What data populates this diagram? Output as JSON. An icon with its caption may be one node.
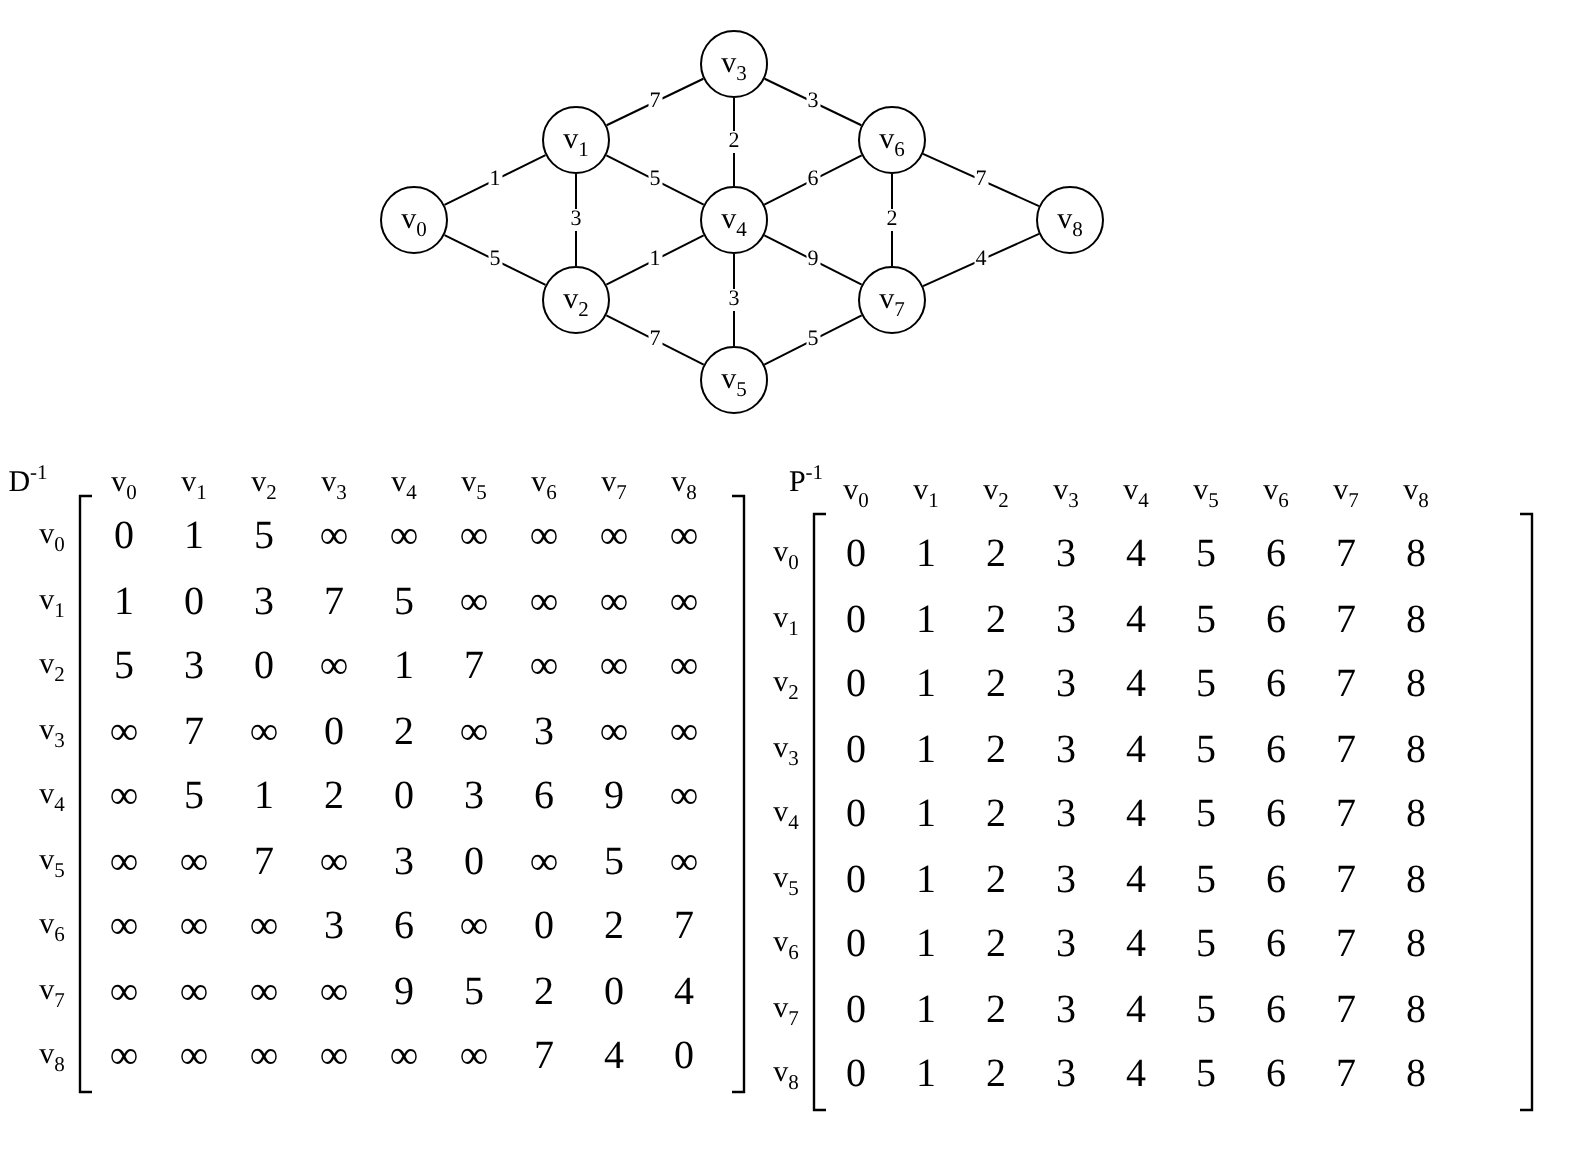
{
  "diagram": {
    "nodes": [
      {
        "text": [
          "v$_{0}$"
        ]
      },
      {
        "text": [
          "v$_{1}$"
        ]
      },
      {
        "text": [
          "v$_{2}$"
        ]
      },
      {
        "text": [
          "v$_{3}$"
        ]
      },
      {
        "text": [
          "v$_{4}$"
        ]
      },
      {
        "text": [
          "v$_{5}$"
        ]
      },
      {
        "text": [
          "v$_{6}$"
        ]
      },
      {
        "text": [
          "v$_{7}$"
        ]
      },
      {
        "text": [
          "v$_{8}$"
        ]
      }
    ],
    "edges": [
      {
        "from": 0,
        "to": 1,
        "arrow": "none",
        "label": "1"
      },
      {
        "from": 0,
        "to": 2,
        "arrow": "none",
        "label": "5"
      },
      {
        "from": 1,
        "to": 2,
        "arrow": "none",
        "label": "3"
      },
      {
        "from": 1,
        "to": 3,
        "arrow": "none",
        "label": "7"
      },
      {
        "from": 1,
        "to": 4,
        "arrow": "none",
        "label": "5"
      },
      {
        "from": 2,
        "to": 4,
        "arrow": "none",
        "label": "1"
      },
      {
        "from": 2,
        "to": 5,
        "arrow": "none",
        "label": "7"
      },
      {
        "from": 3,
        "to": 4,
        "arrow": "none",
        "label": "2"
      },
      {
        "from": 3,
        "to": 6,
        "arrow": "none",
        "label": "3"
      },
      {
        "from": 4,
        "to": 5,
        "arrow": "none",
        "label": "3"
      },
      {
        "from": 4,
        "to": 6,
        "arrow": "none",
        "label": "6"
      },
      {
        "from": 4,
        "to": 7,
        "arrow": "none",
        "label": "9"
      },
      {
        "from": 5,
        "to": 7,
        "arrow": "none",
        "label": "5"
      },
      {
        "from": 6,
        "to": 7,
        "arrow": "none",
        "label": "2"
      },
      {
        "from": 6,
        "to": 8,
        "arrow": "none",
        "label": "7"
      },
      {
        "from": 7,
        "to": 8,
        "arrow": "none",
        "label": "4"
      }
    ],
    "labels": [
      "D$^{-1}$",
      "v$_{0}$",
      "v$_{1}$",
      "v$_{2}$",
      "v$_{3}$",
      "v$_{4}$",
      "v$_{5}$",
      "v$_{6}$",
      "v$_{7}$",
      "v$_{8}$",
      "v$_{0}$",
      "0",
      "1",
      "5",
      "∞",
      "∞",
      "∞",
      "∞",
      "∞",
      "∞",
      "v$_{1}$",
      "1",
      "0",
      "3",
      "7",
      "5",
      "∞",
      "∞",
      "∞",
      "∞",
      "v$_{2}$",
      "5",
      "3",
      "0",
      "∞",
      "1",
      "7",
      "∞",
      "∞",
      "∞",
      "v$_{3}$",
      "∞",
      "7",
      "∞",
      "0",
      "2",
      "∞",
      "3",
      "∞",
      "∞",
      "v$_{4}$",
      "∞",
      "5",
      "1",
      "2",
      "0",
      "3",
      "6",
      "9",
      "∞",
      "v$_{5}$",
      "∞",
      "∞",
      "7",
      "∞",
      "3",
      "0",
      "∞",
      "5",
      "∞",
      "v$_{6}$",
      "∞",
      "∞",
      "∞",
      "3",
      "6",
      "∞",
      "0",
      "2",
      "7",
      "v$_{7}$",
      "∞",
      "∞",
      "∞",
      "∞",
      "9",
      "5",
      "2",
      "0",
      "4",
      "v$_{8}$",
      "∞",
      "∞",
      "∞",
      "∞",
      "∞",
      "∞",
      "7",
      "4",
      "0",
      "P$^{-1}$",
      "v$_{0}$",
      "v$_{1}$",
      "v$_{2}$",
      "v$_{3}$",
      "v$_{4}$",
      "v$_{5}$",
      "v$_{6}$",
      "v$_{7}$",
      "v$_{8}$",
      "v$_{0}$",
      "0",
      "1",
      "2",
      "3",
      "4",
      "5",
      "6",
      "7",
      "8",
      "v$_{1}$",
      "0",
      "1",
      "2",
      "3",
      "4",
      "5",
      "6",
      "7",
      "8",
      "v$_{2}$",
      "0",
      "1",
      "2",
      "3",
      "4",
      "5",
      "6",
      "7",
      "8",
      "v$_{3}$",
      "0",
      "1",
      "2",
      "3",
      "4",
      "5",
      "6",
      "7",
      "8",
      "v$_{4}$",
      "0",
      "1",
      "2",
      "3",
      "4",
      "5",
      "6",
      "7",
      "8",
      "v$_{5}$",
      "0",
      "1",
      "2",
      "3",
      "4",
      "5",
      "6",
      "7",
      "8",
      "v$_{6}$",
      "0",
      "1",
      "2",
      "3",
      "4",
      "5",
      "6",
      "7",
      "8",
      "v$_{7}$",
      "0",
      "1",
      "2",
      "3",
      "4",
      "5",
      "6",
      "7",
      "8",
      "v$_{8}$",
      "0",
      "1",
      "2",
      "3",
      "4",
      "5",
      "6",
      "7",
      "8"
    ]
  }
}
